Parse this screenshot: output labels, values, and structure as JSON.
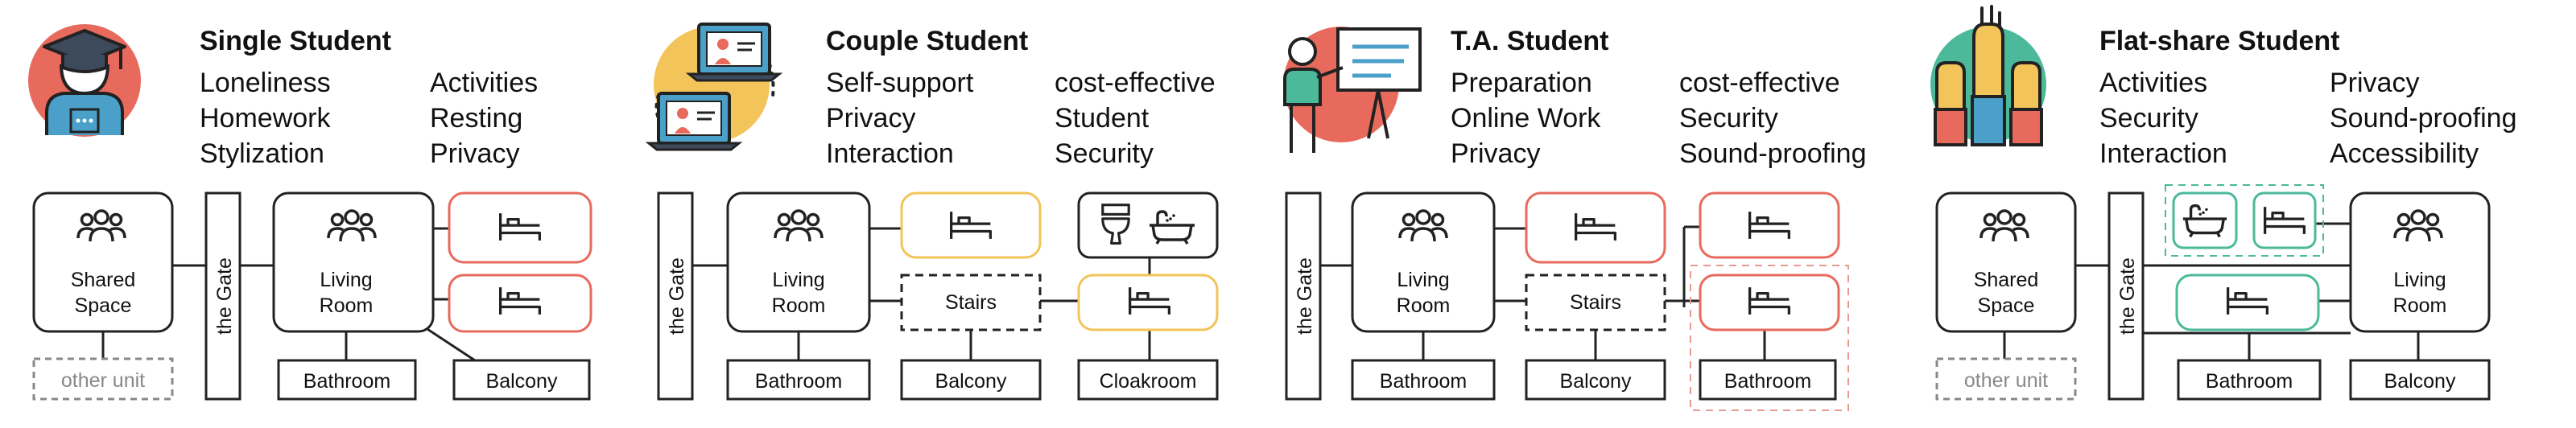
{
  "colors": {
    "red": "#e86a5d",
    "yellow": "#f2c45a",
    "teal": "#4bb99a",
    "dark": "#222222",
    "gray": "#888888"
  },
  "panels": [
    {
      "title": "Single Student",
      "icon": "graduate-icon",
      "keywords": [
        "Loneliness",
        "Homework",
        "Stylization",
        "Activities",
        "Resting",
        "Privacy"
      ],
      "labels": {
        "shared": [
          "Shared",
          "Space"
        ],
        "gate": "the Gate",
        "living": [
          "Living",
          "Room"
        ],
        "bathroom": "Bathroom",
        "balcony": "Balcony",
        "other": "other unit"
      }
    },
    {
      "title": "Couple Student",
      "icon": "laptops-icon",
      "keywords": [
        "Self-support",
        "Privacy",
        "Interaction",
        "cost-effective",
        "Student",
        "Security"
      ],
      "labels": {
        "gate": "the Gate",
        "living": [
          "Living",
          "Room"
        ],
        "stairs": "Stairs",
        "bathroom": "Bathroom",
        "balcony": "Balcony",
        "cloakroom": "Cloakroom"
      }
    },
    {
      "title": "T.A. Student",
      "icon": "teacher-icon",
      "keywords": [
        "Preparation",
        "Online Work",
        "Privacy",
        "cost-effective",
        "Security",
        "Sound-proofing"
      ],
      "labels": {
        "gate": "the Gate",
        "living": [
          "Living",
          "Room"
        ],
        "stairs": "Stairs",
        "bathroom1": "Bathroom",
        "balcony": "Balcony",
        "bathroom2": "Bathroom"
      }
    },
    {
      "title": "Flat-share Student",
      "icon": "raised-hands-icon",
      "keywords": [
        "Activities",
        "Security",
        "Interaction",
        "Privacy",
        "Sound-proofing",
        "Accessibility"
      ],
      "labels": {
        "shared": [
          "Shared",
          "Space"
        ],
        "gate": "the Gate",
        "living": [
          "Living",
          "Room"
        ],
        "bathroom": "Bathroom",
        "balcony": "Balcony",
        "other": "other unit"
      }
    }
  ]
}
